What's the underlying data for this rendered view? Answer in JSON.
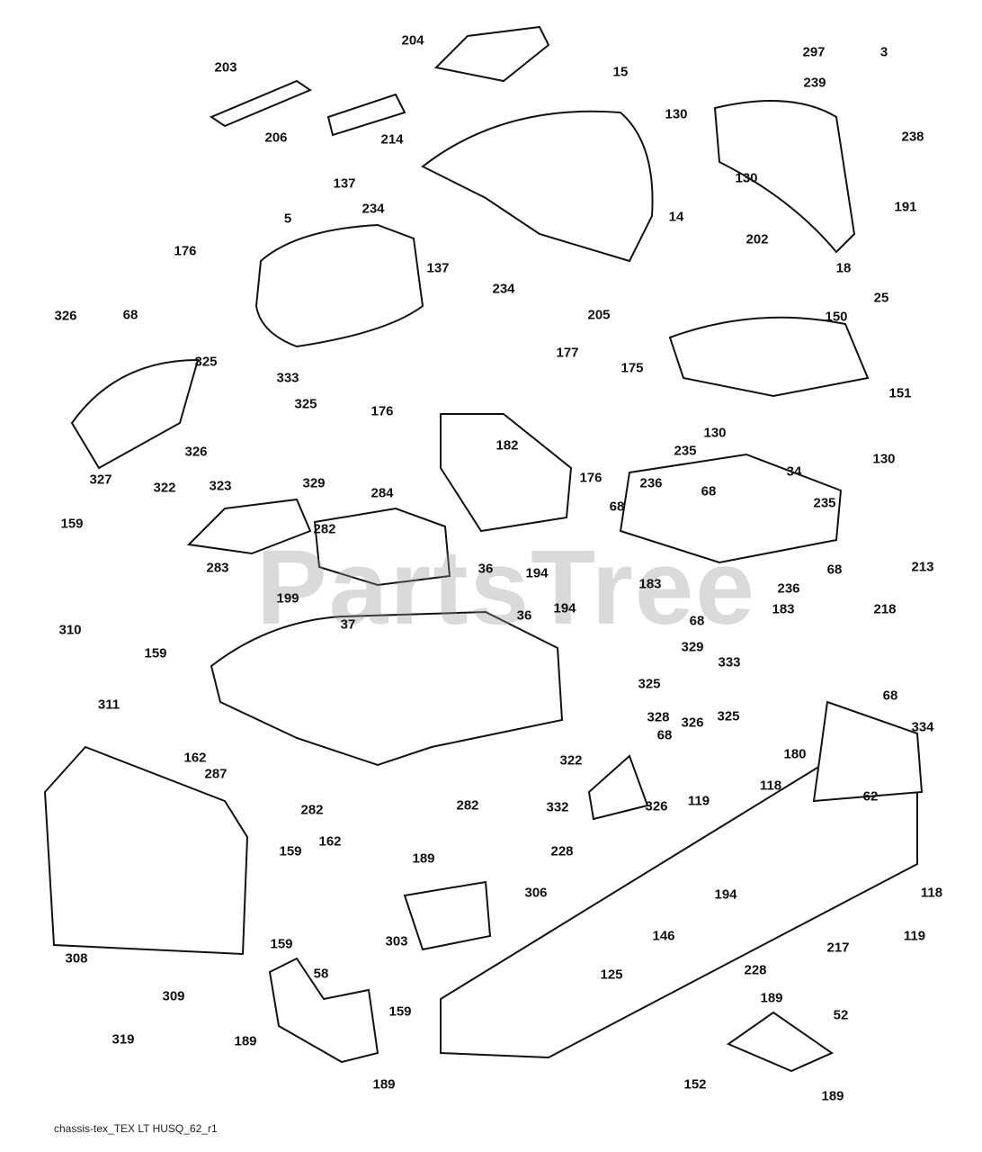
{
  "diagram": {
    "watermark": "PartsTree",
    "footer_code": "chassis-tex_TEX LT HUSQ_62_r1",
    "labels": [
      "203",
      "204",
      "297",
      "3",
      "15",
      "239",
      "130",
      "238",
      "206",
      "214",
      "137",
      "130",
      "191",
      "234",
      "14",
      "5",
      "202",
      "176",
      "137",
      "18",
      "25",
      "234",
      "205",
      "150",
      "326",
      "68",
      "177",
      "175",
      "325",
      "333",
      "325",
      "151",
      "176",
      "130",
      "130",
      "327",
      "322",
      "323",
      "329",
      "326",
      "182",
      "235",
      "236",
      "68",
      "34",
      "68",
      "235",
      "176",
      "284",
      "282",
      "159",
      "283",
      "36",
      "194",
      "236",
      "68",
      "213",
      "199",
      "194",
      "36",
      "37",
      "183",
      "68",
      "183",
      "218",
      "310",
      "329",
      "159",
      "333",
      "325",
      "325",
      "328",
      "326",
      "311",
      "68",
      "334",
      "162",
      "68",
      "287",
      "322",
      "180",
      "118",
      "62",
      "326",
      "332",
      "119",
      "282",
      "282",
      "162",
      "159",
      "228",
      "306",
      "194",
      "118",
      "189",
      "303",
      "146",
      "119",
      "308",
      "125",
      "228",
      "217",
      "159",
      "58",
      "159",
      "309",
      "189",
      "52",
      "319",
      "189",
      "189",
      "152",
      "189"
    ]
  }
}
